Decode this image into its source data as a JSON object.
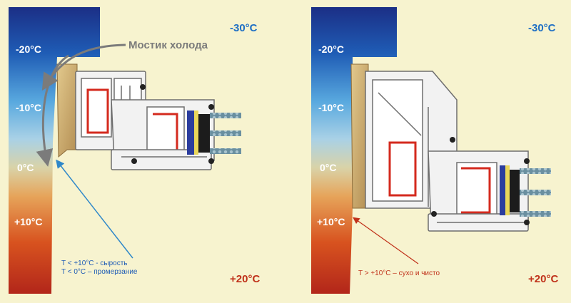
{
  "colors": {
    "background": "#f7f3cf",
    "cold": "#1b2f86",
    "mid_blue": "#4fa6dc",
    "neutral": "#d9d3a8",
    "warm": "#c9321b",
    "cold_label": "#1e6fc4",
    "warm_label": "#c0311a",
    "seal": "#c9a86a",
    "steel": "#d42a1e",
    "glass": "#1c1c1c"
  },
  "left_panel": {
    "temp_minus20": "-20°C",
    "temp_minus10": "-10°C",
    "temp_zero": "0°C",
    "temp_plus10": "+10°C",
    "outside_temp": "-30°C",
    "inside_temp": "+20°C",
    "bridge_label": "Мостик холода",
    "note_line1": "T < +10°C - сырость",
    "note_line2": "T < 0°C – промерзание"
  },
  "right_panel": {
    "temp_minus20": "-20°C",
    "temp_minus10": "-10°C",
    "temp_zero": "0°C",
    "temp_plus10": "+10°C",
    "outside_temp": "-30°C",
    "inside_temp": "+20°C",
    "note_line1": "T > +10°C – сухо и чисто"
  }
}
